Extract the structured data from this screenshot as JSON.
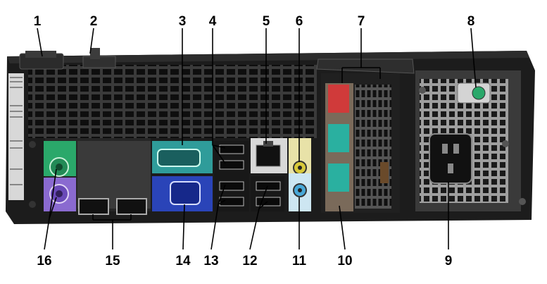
{
  "figure": {
    "callouts": [
      "1",
      "2",
      "3",
      "4",
      "5",
      "6",
      "7",
      "8",
      "9",
      "10",
      "11",
      "12",
      "13",
      "14",
      "15",
      "16"
    ]
  },
  "colors": {
    "chassis": "#1e1e1e",
    "vent_panel": "#5a5a5a",
    "serial_green": "#2f9c9a",
    "vga_blue": "#2a44b8",
    "ps2_mouse": "#2aa86a",
    "ps2_keyboard": "#8a6ad0",
    "audio_line_in": "#d8c93a",
    "audio_line_out": "#48a8d8",
    "expansion_red": "#d03a3a",
    "expansion_teal": "#2ab0a0",
    "psu_gray": "#9a9a9a"
  }
}
